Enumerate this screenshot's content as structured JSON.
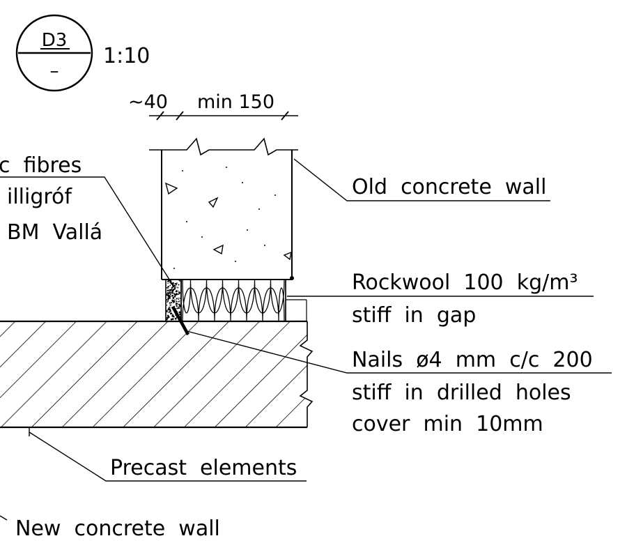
{
  "title_block": {
    "detail_id": "D3",
    "sheet_ref": "–",
    "scale": "1:10"
  },
  "dimensions": {
    "gap_width": "~40",
    "wall_width": "min 150"
  },
  "labels": {
    "fibres_line1": "c  fibres",
    "fibres_line2": "illigróf",
    "fibres_line3": "BM  Vallá",
    "old_wall": "Old  concrete  wall",
    "rockwool_line1": "Rockwool  100  kg/m³",
    "rockwool_line2": "stiff  in  gap",
    "nails_line1": "Nails  ø4  mm  c/c  200",
    "nails_line2": "stiff  in  drilled  holes",
    "nails_line3": "cover  min  10mm",
    "precast": "Precast  elements",
    "new_wall": "New  concrete  wall"
  },
  "colors": {
    "ink": "#000000",
    "paper": "#ffffff"
  }
}
